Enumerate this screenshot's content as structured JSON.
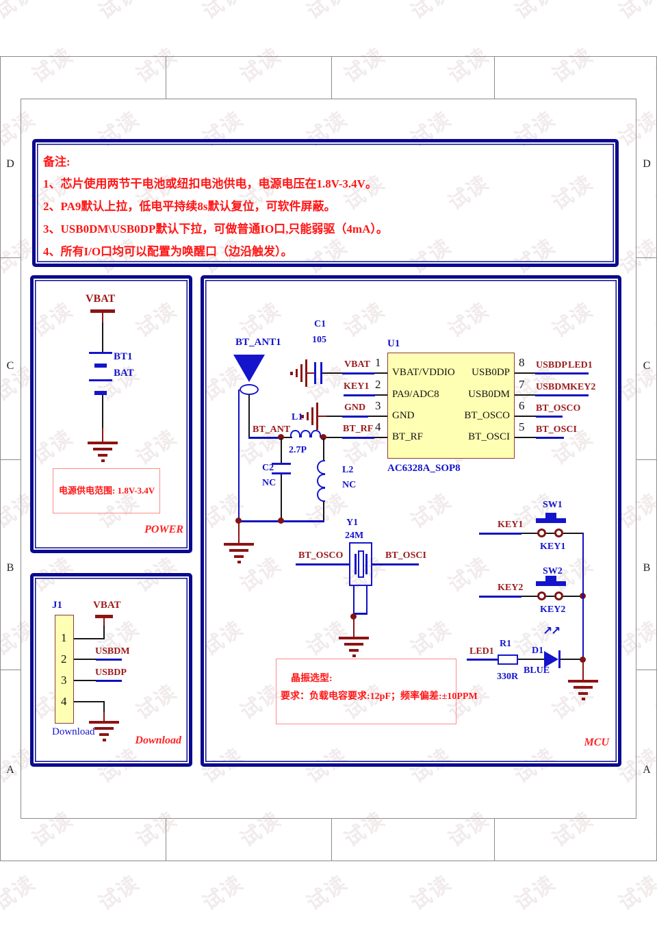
{
  "watermark": {
    "text": "试读"
  },
  "frame": {
    "rows": [
      "D",
      "C",
      "B",
      "A"
    ]
  },
  "notes": {
    "title": "备注:",
    "items": [
      "1、芯片使用两节干电池或纽扣电池供电，电源电压在1.8V-3.4V。",
      "2、PA9默认上拉，低电平持续8s默认复位，可软件屏蔽。",
      "3、USB0DM\\USB0DP默认下拉，可做普通IO口,只能弱驱（4mA）。",
      "4、所有I/O口均可以配置为唤醒口（边沿触发）。"
    ]
  },
  "nets": {
    "vbat": "VBAT",
    "gnd": "GND",
    "key1": "KEY1",
    "key2": "KEY2",
    "bt_rf": "BT_RF",
    "bt_ant": "BT_ANT",
    "usbdp": "USBDP",
    "usbdm": "USBDM",
    "bt_osco": "BT_OSCO",
    "bt_osci": "BT_OSCI",
    "led1": "LED1"
  },
  "power": {
    "title": "POWER",
    "bt1": "BT1",
    "bat": "BAT",
    "range_note": "电源供电范围: 1.8V-3.4V"
  },
  "download": {
    "title": "Download",
    "j1": "J1",
    "pins": [
      "1",
      "2",
      "3",
      "4"
    ],
    "connector_label": "Download"
  },
  "mcu": {
    "title": "MCU",
    "ant_des": "BT_ANT1",
    "c1_des": "C1",
    "c1_val": "105",
    "l1_des": "L1",
    "l1_val": "2.7P",
    "c2_des": "C2",
    "c2_val": "NC",
    "l2_des": "L2",
    "l2_val": "NC",
    "u1_des": "U1",
    "u1_part": "AC6328A_SOP8",
    "u1_left_pins": [
      {
        "num": "1",
        "name": "VBAT/VDDIO"
      },
      {
        "num": "2",
        "name": "PA9/ADC8"
      },
      {
        "num": "3",
        "name": "GND"
      },
      {
        "num": "4",
        "name": "BT_RF"
      }
    ],
    "u1_right_pins": [
      {
        "num": "8",
        "name": "USB0DP"
      },
      {
        "num": "7",
        "name": "USB0DM"
      },
      {
        "num": "6",
        "name": "BT_OSCO"
      },
      {
        "num": "5",
        "name": "BT_OSCI"
      }
    ],
    "y1_des": "Y1",
    "y1_val": "24M",
    "sw1_des": "SW1",
    "sw1_sub": "KEY1",
    "sw2_des": "SW2",
    "sw2_sub": "KEY2",
    "r1_des": "R1",
    "r1_val": "330R",
    "d1_des": "D1",
    "d1_val": "BLUE",
    "xtal_note_line1": "晶振选型:",
    "xtal_note_line2": "要求：负载电容要求:12pF；频率偏差:±10PPM"
  },
  "icons": {
    "led_arrow": "↗"
  },
  "colors": {
    "navy": "#0a0a8f",
    "blue": "#1414cc",
    "maroon": "#8b1414",
    "red": "#ff1515",
    "pink_border": "#ff8a8a",
    "chip_fill": "#ffffb3",
    "chip_border": "#8b3a3a",
    "wire": "#141414",
    "watermark": "#f1ebec"
  }
}
